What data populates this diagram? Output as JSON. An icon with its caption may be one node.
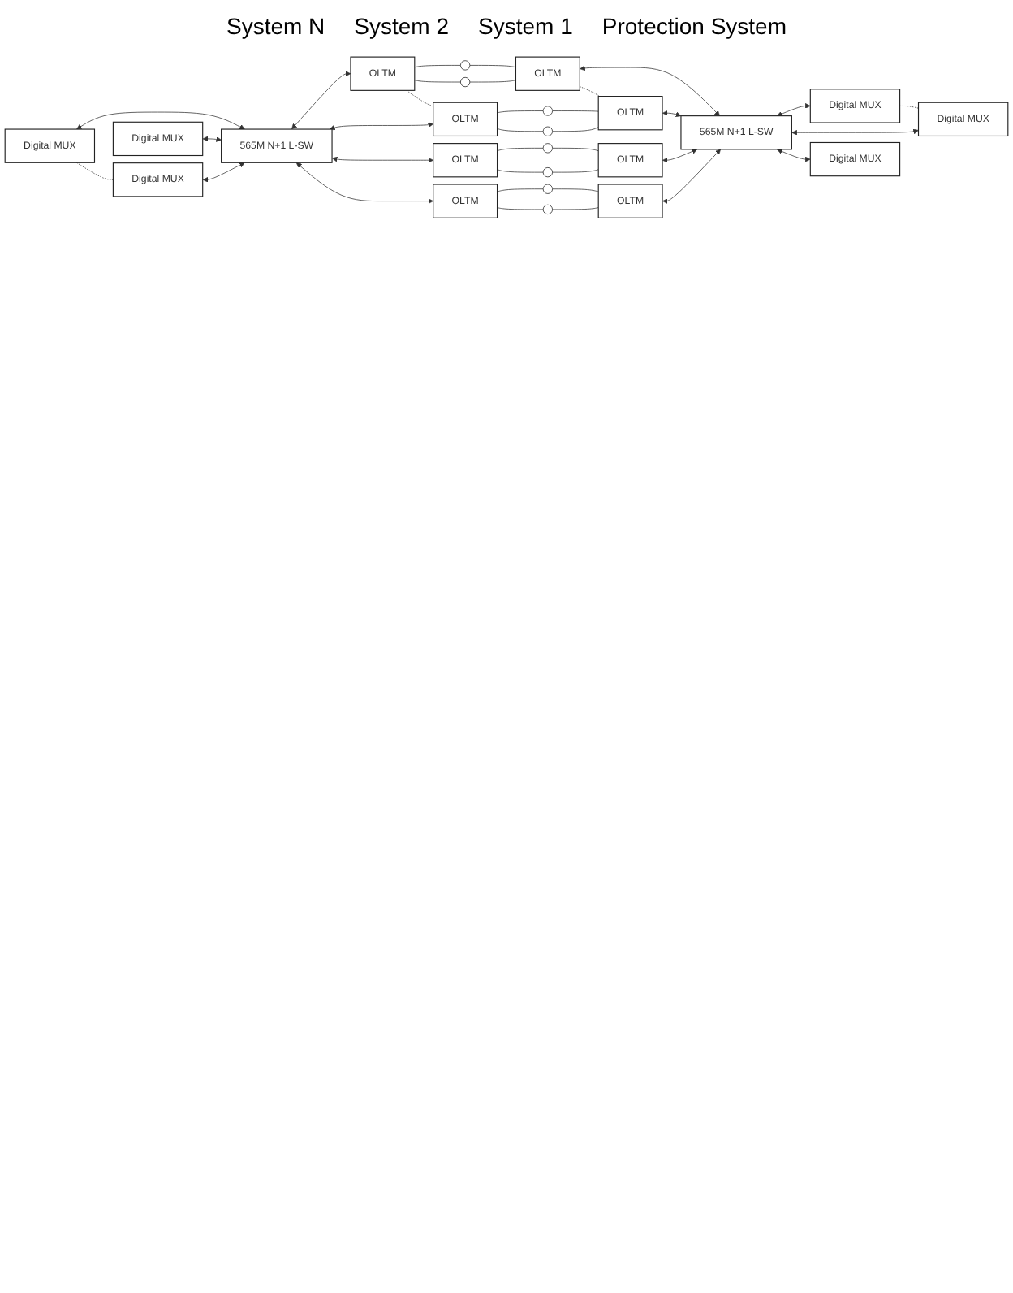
{
  "diagram": {
    "nodes": [
      {
        "text": [
          "Digital MUX"
        ]
      },
      {
        "text": [
          "Digital MUX"
        ]
      },
      {
        "text": [
          "Digital MUX"
        ]
      },
      {
        "text": [
          "565M N+1 L-SW"
        ]
      },
      {
        "text": [
          "OLTM"
        ]
      },
      {
        "text": [
          "OLTM"
        ]
      },
      {
        "text": [
          "OLTM"
        ]
      },
      {
        "text": [
          "OLTM"
        ]
      },
      {
        "text": [
          "OLTM"
        ]
      },
      {
        "text": [
          "OLTM"
        ]
      },
      {
        "text": [
          "OLTM"
        ]
      },
      {
        "text": [
          "OLTM"
        ]
      },
      {
        "text": [
          "565M N+1 L-SW"
        ]
      },
      {
        "text": [
          "Digital MUX"
        ]
      },
      {
        "text": [
          "Digital MUX"
        ]
      },
      {
        "text": [
          "Digital MUX"
        ]
      },
      {
        "text": [],
        "shape": "circle"
      },
      {
        "text": [],
        "shape": "circle"
      },
      {
        "text": [],
        "shape": "circle"
      },
      {
        "text": [],
        "shape": "circle"
      },
      {
        "text": [],
        "shape": "circle"
      },
      {
        "text": [],
        "shape": "circle"
      },
      {
        "text": [],
        "shape": "circle"
      },
      {
        "text": [],
        "shape": "circle"
      }
    ],
    "edges": [
      {
        "from": 0,
        "to": 3,
        "arrow": "both"
      },
      {
        "from": 1,
        "to": 3,
        "arrow": "both"
      },
      {
        "from": 2,
        "to": 3,
        "arrow": "both"
      },
      {
        "from": 3,
        "to": 4,
        "arrow": "both"
      },
      {
        "from": 3,
        "to": 6,
        "arrow": "both"
      },
      {
        "from": 3,
        "to": 8,
        "arrow": "both"
      },
      {
        "from": 3,
        "to": 10,
        "arrow": "both"
      },
      {
        "from": 4,
        "to": 16,
        "arrow": "none"
      },
      {
        "from": 16,
        "to": 5,
        "arrow": "none"
      },
      {
        "from": 4,
        "to": 17,
        "arrow": "none"
      },
      {
        "from": 17,
        "to": 5,
        "arrow": "none"
      },
      {
        "from": 6,
        "to": 18,
        "arrow": "none"
      },
      {
        "from": 18,
        "to": 7,
        "arrow": "none"
      },
      {
        "from": 6,
        "to": 19,
        "arrow": "none"
      },
      {
        "from": 19,
        "to": 7,
        "arrow": "none"
      },
      {
        "from": 8,
        "to": 20,
        "arrow": "none"
      },
      {
        "from": 20,
        "to": 9,
        "arrow": "none"
      },
      {
        "from": 8,
        "to": 21,
        "arrow": "none"
      },
      {
        "from": 21,
        "to": 9,
        "arrow": "none"
      },
      {
        "from": 10,
        "to": 22,
        "arrow": "none"
      },
      {
        "from": 22,
        "to": 11,
        "arrow": "none"
      },
      {
        "from": 10,
        "to": 23,
        "arrow": "none"
      },
      {
        "from": 23,
        "to": 11,
        "arrow": "none"
      },
      {
        "from": 5,
        "to": 12,
        "arrow": "both"
      },
      {
        "from": 7,
        "to": 12,
        "arrow": "both"
      },
      {
        "from": 9,
        "to": 12,
        "arrow": "both"
      },
      {
        "from": 11,
        "to": 12,
        "arrow": "both"
      },
      {
        "from": 12,
        "to": 13,
        "arrow": "both"
      },
      {
        "from": 12,
        "to": 14,
        "arrow": "both"
      },
      {
        "from": 12,
        "to": 15,
        "arrow": "both"
      },
      {
        "from": 0,
        "to": 1,
        "arrow": "none",
        "style": "dashed"
      },
      {
        "from": 4,
        "to": 6,
        "arrow": "none",
        "style": "dashed"
      },
      {
        "from": 5,
        "to": 7,
        "arrow": "none",
        "style": "dashed"
      },
      {
        "from": 13,
        "to": 14,
        "arrow": "none",
        "style": "dashed"
      }
    ],
    "labels": [
      "System N",
      "System 2",
      "System 1",
      "Protection System"
    ]
  }
}
